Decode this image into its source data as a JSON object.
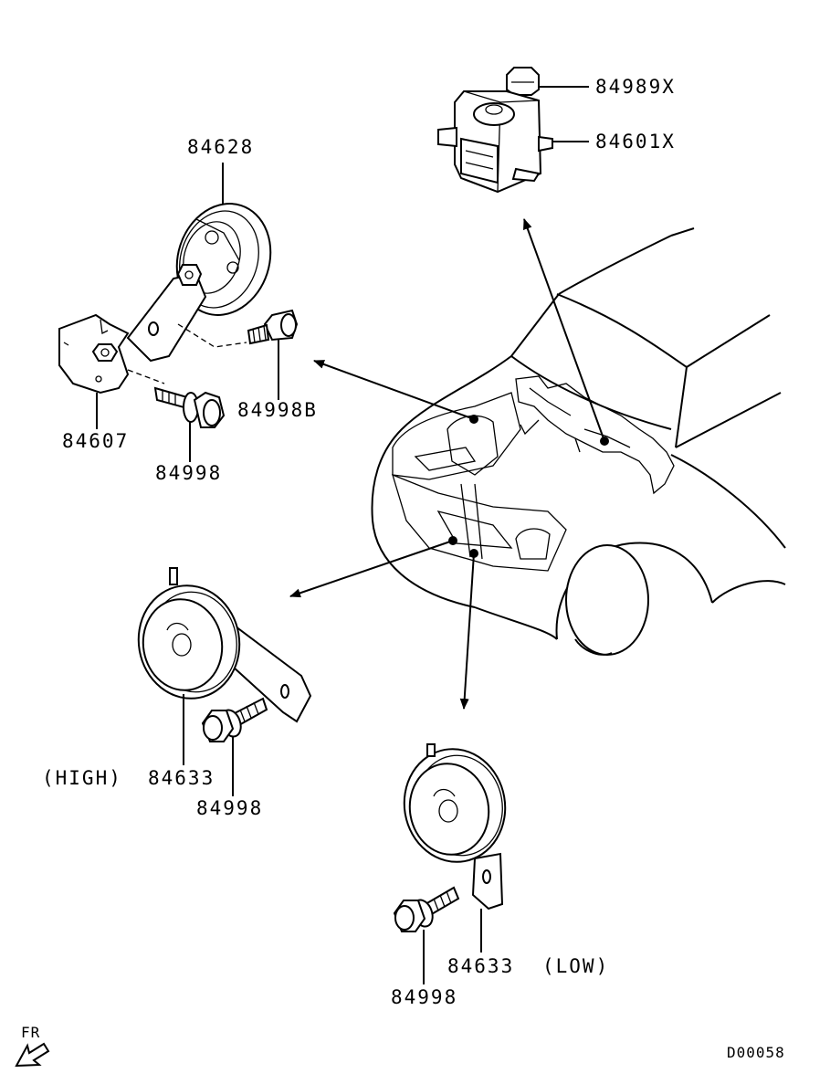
{
  "parts": {
    "relay_nut": "84989X",
    "horn_relay": "84601X",
    "horn_upper": "84628",
    "bolt_upper_b": "84998B",
    "bracket": "84607",
    "bolt_upper": "84998",
    "horn_high": "84633",
    "horn_high_qualifier": "(HIGH)",
    "bolt_high": "84998",
    "horn_low": "84633",
    "horn_low_qualifier": "(LOW)",
    "bolt_low": "84998"
  },
  "direction_label": "FR",
  "diagram_code": "D00058"
}
